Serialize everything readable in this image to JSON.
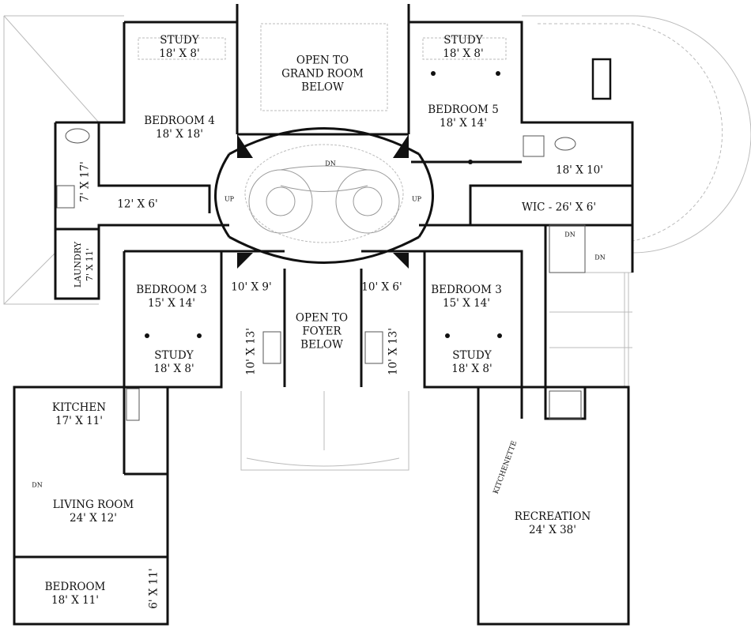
{
  "rooms": {
    "study_left": {
      "name": "STUDY",
      "size": "18' X 8'"
    },
    "open_grand": {
      "l1": "OPEN TO",
      "l2": "GRAND ROOM",
      "l3": "BELOW"
    },
    "study_right": {
      "name": "STUDY",
      "size": "18' X 8'"
    },
    "bedroom5": {
      "name": "BEDROOM 5",
      "size": "18' X 14'"
    },
    "bedroom4": {
      "name": "BEDROOM 4",
      "size": "18' X 18'"
    },
    "bath_left": {
      "size": "7' X 17'"
    },
    "closet_left": {
      "size": "12' X 6'"
    },
    "bath_right": {
      "size": "18' X 10'"
    },
    "wic": {
      "size": "WIC - 26' X 6'"
    },
    "laundry": {
      "name": "LAUNDRY",
      "size": "7' X 11'"
    },
    "closet_10x9": {
      "size": "10' X 9'"
    },
    "closet_10x6": {
      "size": "10' X 6'"
    },
    "bedroom3_left": {
      "name": "BEDROOM 3",
      "size": "15' X 14'"
    },
    "bedroom3_right": {
      "name": "BEDROOM 3",
      "size": "15' X 14'"
    },
    "study_lower_left": {
      "name": "STUDY",
      "size": "18' X 8'"
    },
    "study_lower_right": {
      "name": "STUDY",
      "size": "18' X 8'"
    },
    "bath_10x13_left": {
      "size": "10' X 13'"
    },
    "bath_10x13_right": {
      "size": "10' X 13'"
    },
    "open_foyer": {
      "l1": "OPEN TO",
      "l2": "FOYER",
      "l3": "BELOW"
    },
    "kitchen": {
      "name": "KITCHEN",
      "size": "17' X 11'"
    },
    "living": {
      "name": "LIVING ROOM",
      "size": "24' X 12'"
    },
    "bedroom_bottom": {
      "name": "BEDROOM",
      "size": "18' X 11'"
    },
    "closet_6x11": {
      "size": "6' X 11'"
    },
    "recreation": {
      "name": "RECREATION",
      "size": "24' X 38'"
    },
    "kitchenette": {
      "name": "KITCHENETTE"
    }
  },
  "stair_marks": {
    "dn": "DN",
    "up": "UP"
  }
}
